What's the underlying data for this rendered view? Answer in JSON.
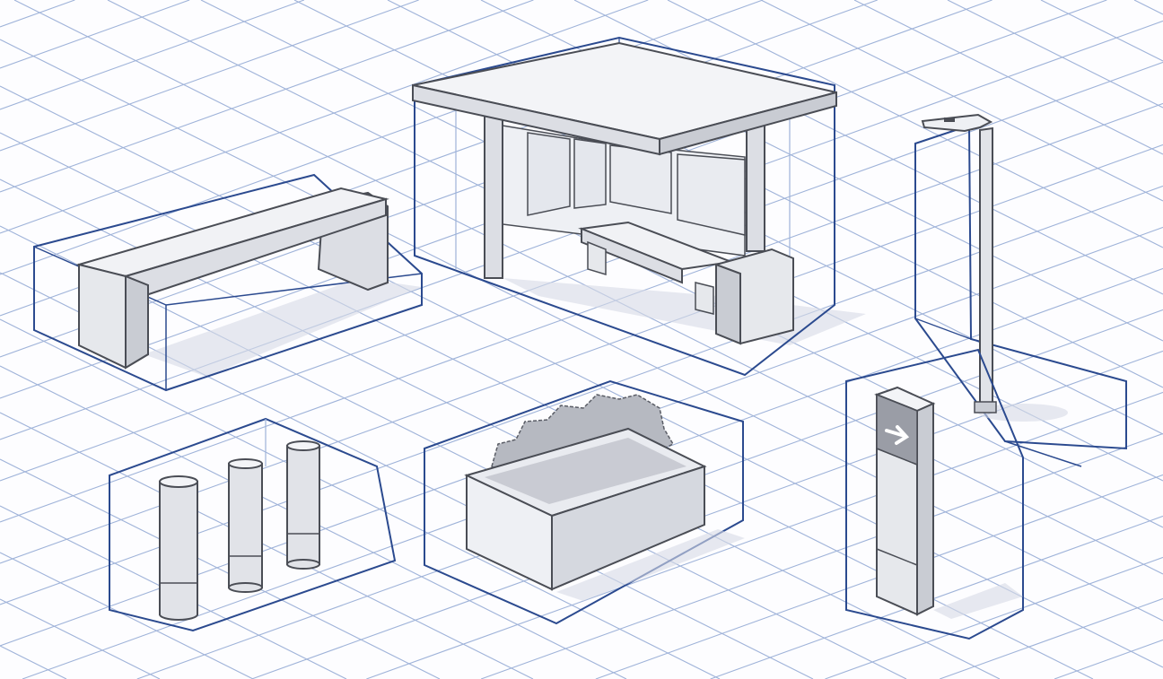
{
  "colors": {
    "background": "#fdfdff",
    "grid": "#9fb3d9",
    "bounding_box": "#2b4a8f",
    "object_light": "#f1f2f5",
    "object_mid": "#dcdee4",
    "object_dark": "#b9bcc5",
    "outline": "#4a4d55",
    "shadow": "#d7dbe6"
  },
  "objects": [
    {
      "id": "bench",
      "icon": "bench-icon"
    },
    {
      "id": "bus-shelter",
      "icon": "shelter-icon"
    },
    {
      "id": "street-lamp",
      "icon": "lamp-icon"
    },
    {
      "id": "bollards",
      "icon": "bollard-icon"
    },
    {
      "id": "planter",
      "icon": "planter-icon"
    },
    {
      "id": "wayfinding-sign",
      "icon": "arrow-right-icon"
    }
  ]
}
